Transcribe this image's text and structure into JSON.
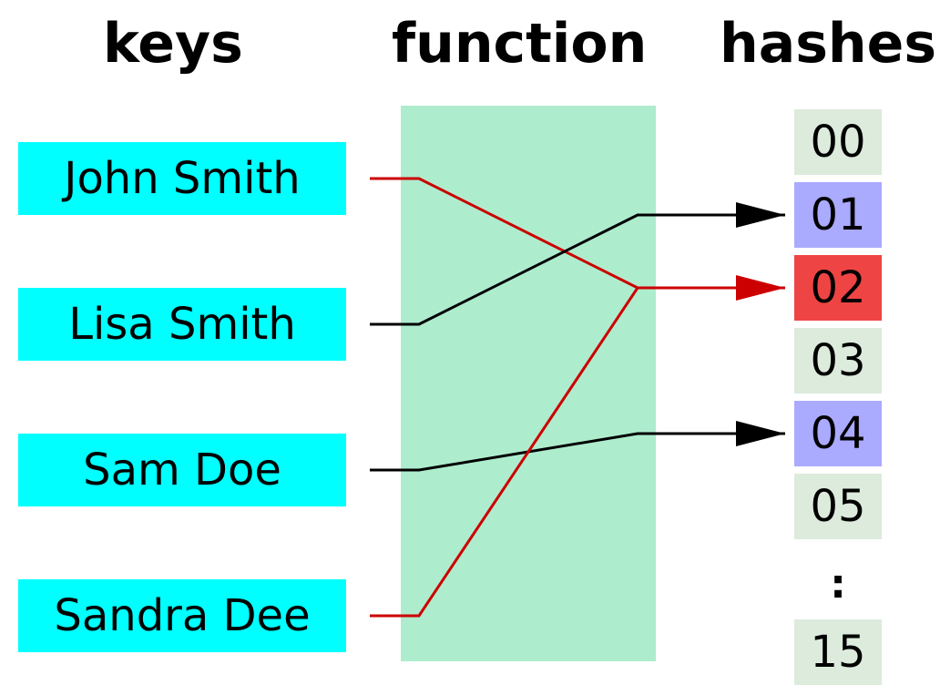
{
  "headings": {
    "keys": "keys",
    "function": "function",
    "hashes": "hashes"
  },
  "keys": [
    "John Smith",
    "Lisa Smith",
    "Sam Doe",
    "Sandra Dee"
  ],
  "hashes": [
    {
      "label": "00",
      "color": "#dcebdc"
    },
    {
      "label": "01",
      "color": "#aaaaff"
    },
    {
      "label": "02",
      "color": "#ee4444"
    },
    {
      "label": "03",
      "color": "#dcebdc"
    },
    {
      "label": "04",
      "color": "#aaaaff"
    },
    {
      "label": "05",
      "color": "#dcebdc"
    },
    {
      "label": "15",
      "color": "#dcebdc"
    }
  ],
  "ellipsis": ":",
  "mappings": [
    {
      "key": "John Smith",
      "hash": "02",
      "color": "#cc0000"
    },
    {
      "key": "Lisa Smith",
      "hash": "01",
      "color": "#000000"
    },
    {
      "key": "Sam Doe",
      "hash": "04",
      "color": "#000000"
    },
    {
      "key": "Sandra Dee",
      "hash": "02",
      "color": "#cc0000"
    }
  ],
  "colors": {
    "key_fill": "#00ffff",
    "function_fill": "#aeecce",
    "collision": "#cc0000",
    "normal": "#000000"
  }
}
